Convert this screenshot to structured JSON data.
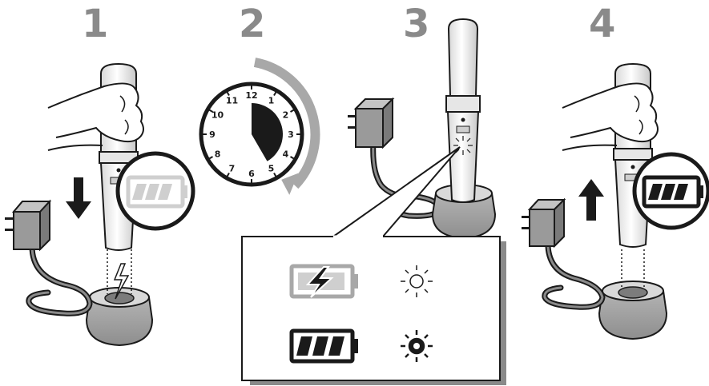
{
  "steps": [
    {
      "number": "1"
    },
    {
      "number": "2"
    },
    {
      "number": "3"
    },
    {
      "number": "4"
    }
  ],
  "timer_dial": {
    "numbers": [
      "12",
      "1",
      "2",
      "3",
      "4",
      "5",
      "6",
      "7",
      "8",
      "9",
      "10",
      "11"
    ],
    "shaded_from": 12,
    "shaded_to": 5
  },
  "battery_states": [
    {
      "state": "low",
      "icon": "battery-low-icon"
    },
    {
      "state": "charging",
      "icon": "battery-charging-icon"
    },
    {
      "state": "full",
      "icon": "battery-full-icon"
    }
  ],
  "indicator_states": [
    {
      "state": "blinking",
      "icon": "light-blinking-icon"
    },
    {
      "state": "steady",
      "icon": "light-steady-icon"
    }
  ],
  "colors": {
    "ink": "#1a1a1a",
    "grey": "#8a8a8a",
    "light_grey": "#cfcfcf",
    "mid_grey": "#a8a8a8"
  }
}
